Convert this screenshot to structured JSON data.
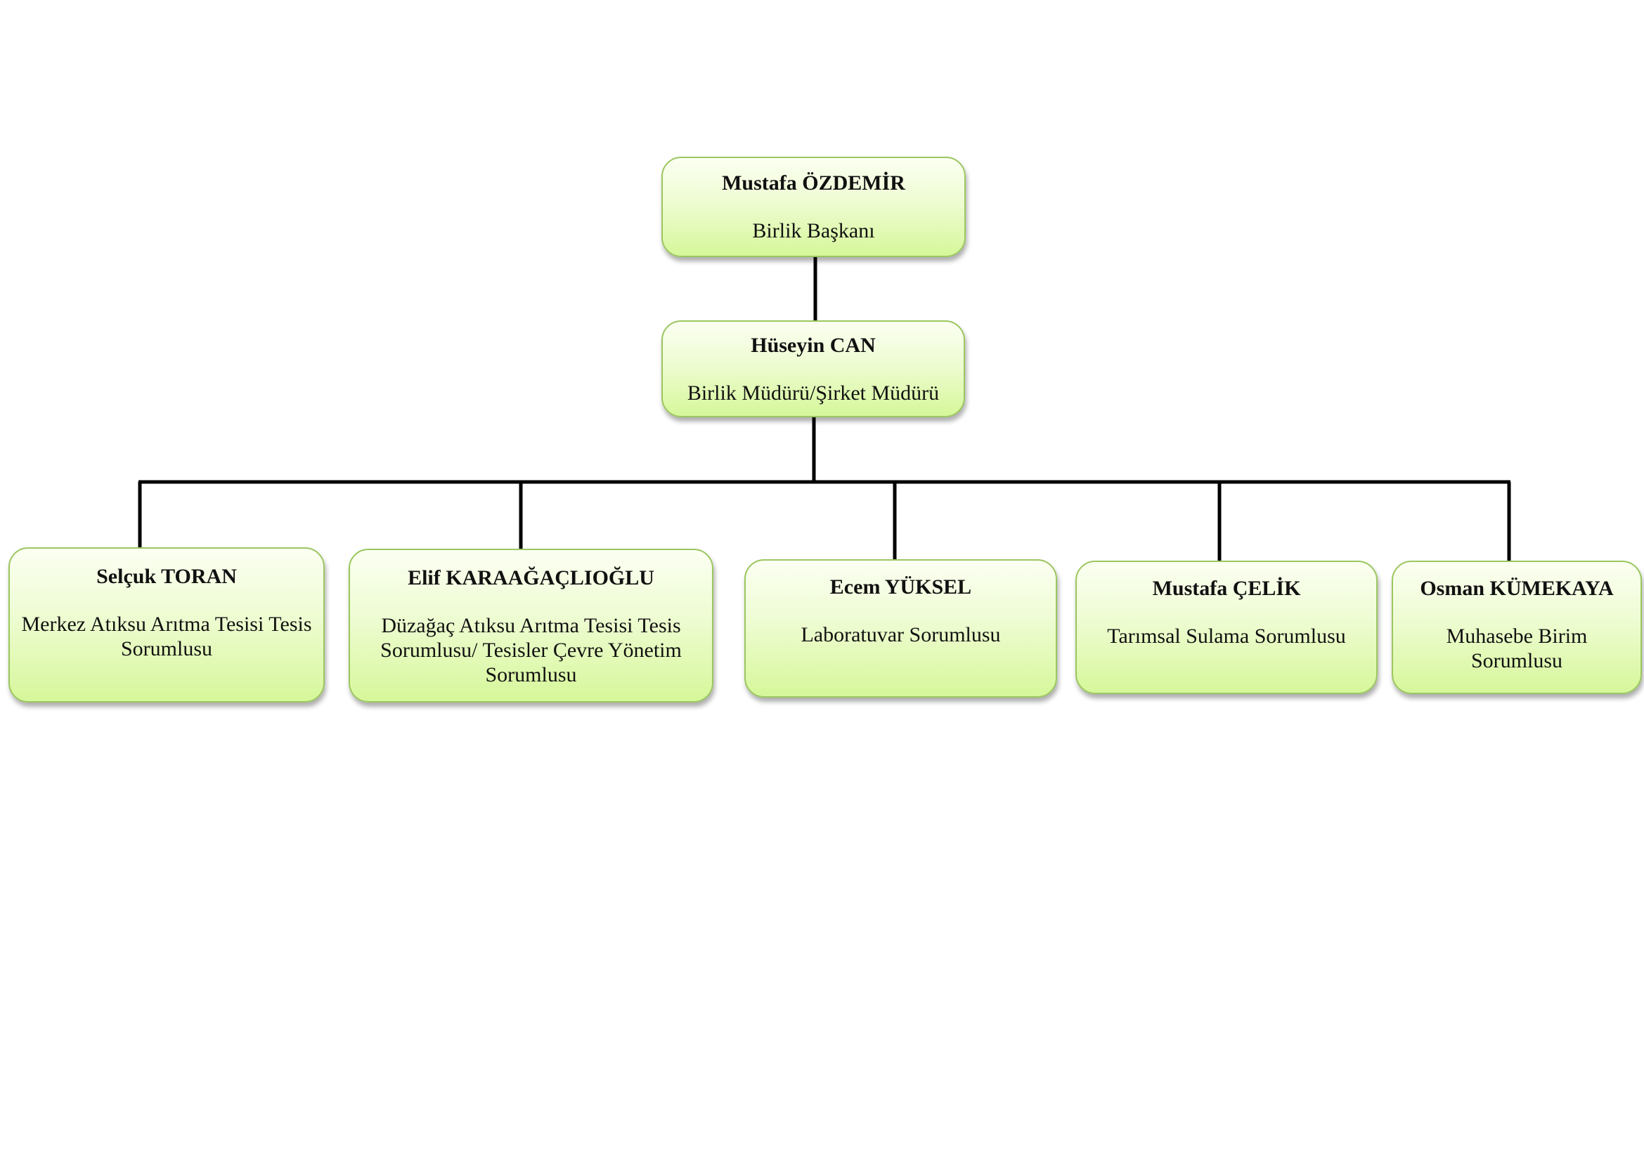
{
  "org_chart": {
    "president": {
      "name": "Mustafa ÖZDEMİR",
      "title": "Birlik Başkanı"
    },
    "manager": {
      "name": "Hüseyin CAN",
      "title": "Birlik Müdürü/Şirket Müdürü"
    },
    "staff": [
      {
        "name": "Selçuk TORAN",
        "title": "Merkez Atıksu Arıtma Tesisi Tesis Sorumlusu"
      },
      {
        "name": "Elif KARAAĞAÇLIOĞLU",
        "title": "Düzağaç Atıksu Arıtma Tesisi Tesis Sorumlusu/ Tesisler Çevre Yönetim Sorumlusu"
      },
      {
        "name": "Ecem YÜKSEL",
        "title": "Laboratuvar Sorumlusu"
      },
      {
        "name": "Mustafa ÇELİK",
        "title": "Tarımsal Sulama Sorumlusu"
      },
      {
        "name": "Osman KÜMEKAYA",
        "title": "Muhasebe Birim Sorumlusu"
      }
    ]
  },
  "colors": {
    "node_border": "#9bc75f",
    "node_fill_top": "#fbfff2",
    "node_fill_bottom": "#d6f79a",
    "connector": "#000000"
  }
}
